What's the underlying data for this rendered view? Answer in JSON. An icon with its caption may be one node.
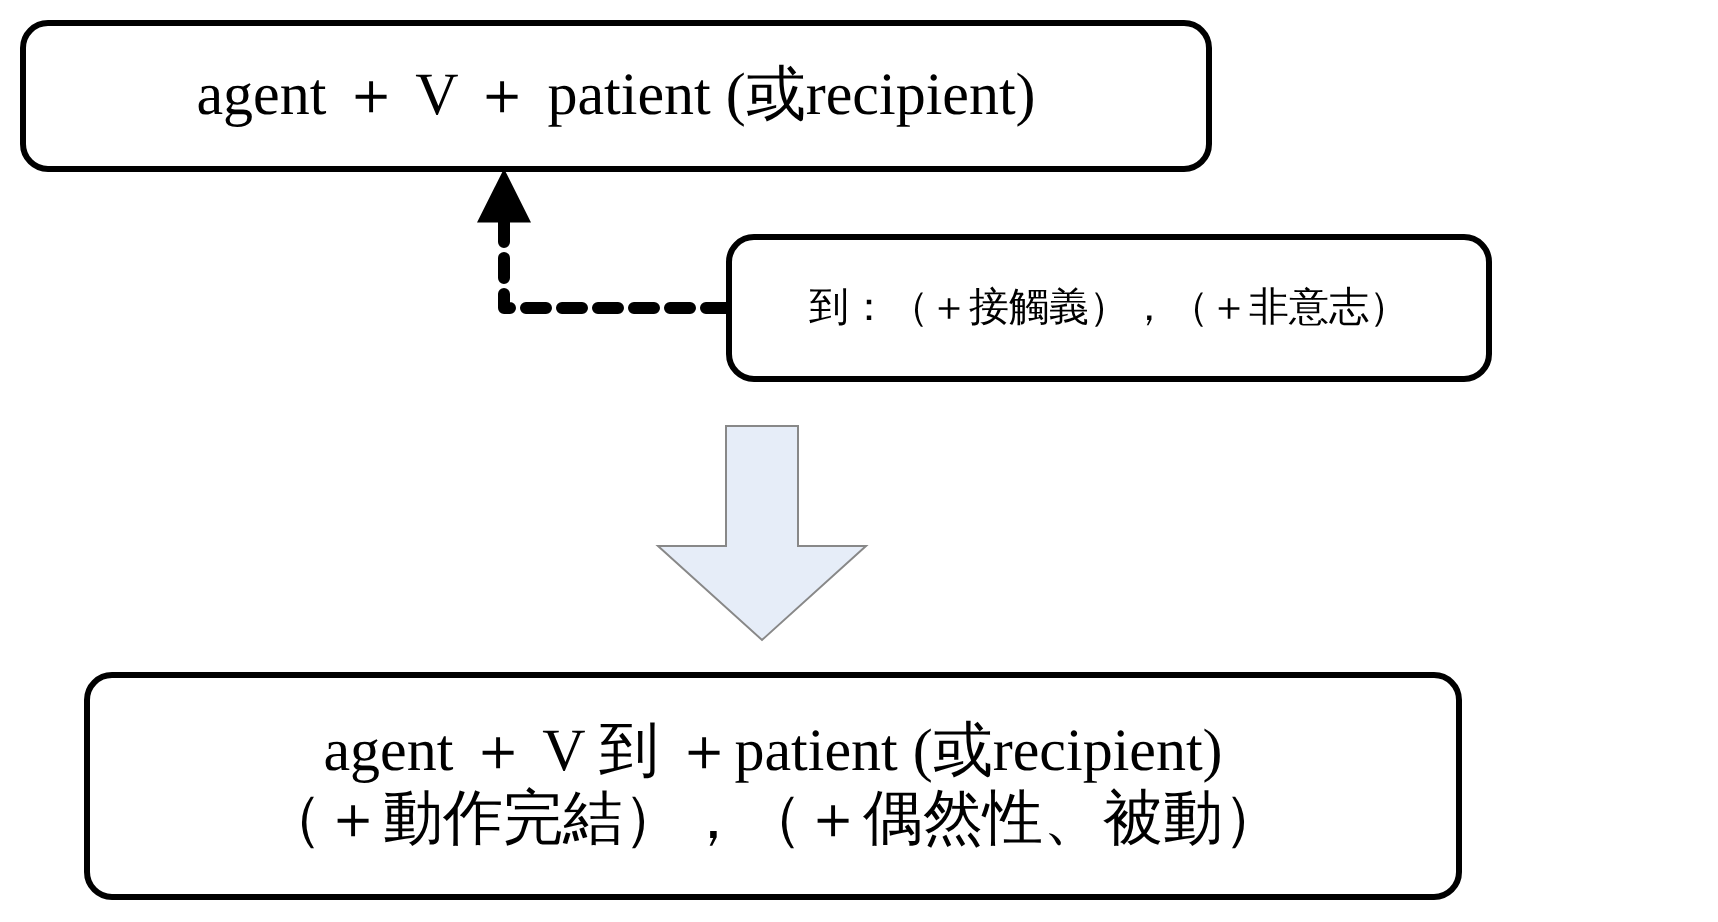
{
  "diagram": {
    "nodes": [
      {
        "text": [
          "agent ＋ V ＋ patient (或recipient)"
        ]
      },
      {
        "text": [
          "到：（＋接觸義），（＋非意志）"
        ]
      },
      {
        "text": [
          "agent ＋ V 到 ＋patient (或recipient)",
          "（＋動作完結），（＋偶然性、被動）"
        ]
      }
    ],
    "edges": [
      {
        "from": 1,
        "to": 0,
        "arrow": "to",
        "style": "dashed"
      },
      {
        "from": 1,
        "to": 2,
        "arrow": "to",
        "style": "thick",
        "color": "#e6edf8"
      }
    ]
  }
}
